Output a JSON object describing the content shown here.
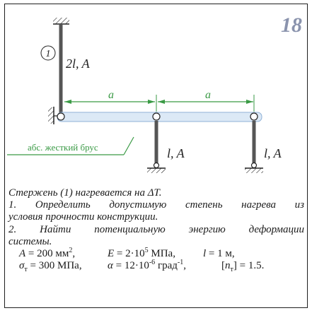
{
  "card": {
    "number": "18"
  },
  "figure": {
    "rod1_number": "1",
    "rod1_label": "2l, A",
    "dim_label_left": "a",
    "dim_label_right": "a",
    "rod2_label": "l, A",
    "rod3_label": "l, A",
    "beam_label": "абс. жесткий брус"
  },
  "text": {
    "line1": "Стержень (1) нагревается на ΔT.",
    "line2": "1. Определить допустимую степень нагрева из",
    "line3": "условия прочности конструкции.",
    "line4": "2. Найти потенциальную энергию деформации",
    "line5": "системы.",
    "params": {
      "A_sym": "A",
      "A_val": " = 200 мм",
      "A_exp": "2",
      "A_tail": ",",
      "E_sym": "E",
      "E_val": " = 2·10",
      "E_exp": "5",
      "E_unit": " МПа,",
      "l_sym": "l",
      "l_val": " = 1 м,",
      "sigma_sym": "σ",
      "sigma_sub": "т",
      "sigma_val": " = 300 МПа,",
      "alpha_sym": "α",
      "alpha_val": " = 12·10",
      "alpha_exp": "-6",
      "alpha_unit": " град",
      "alpha_unit_exp": "-1",
      "alpha_tail": ",",
      "n_open": "[",
      "n_sym": "n",
      "n_sub": "т",
      "n_val": "] = 1.5."
    }
  }
}
